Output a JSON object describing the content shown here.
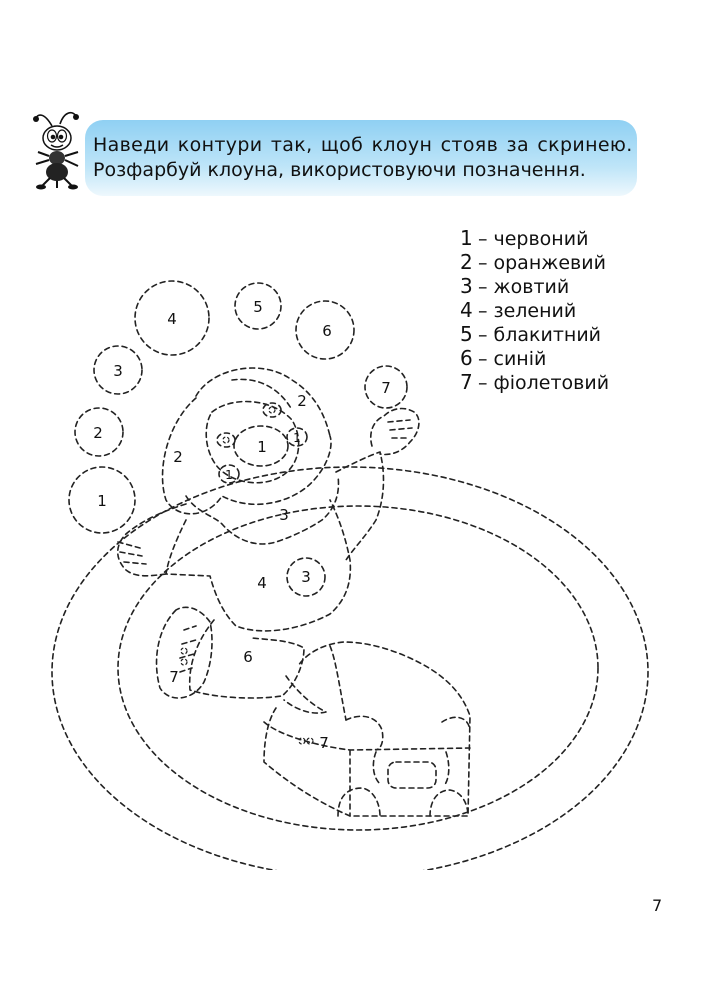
{
  "instruction": {
    "line1": "Наведи контури так, щоб клоун стояв за скринею.",
    "line2": "Розфарбуй клоуна, використовуючи позначення."
  },
  "legend": [
    {
      "number": "1",
      "color_name": "червоний",
      "color": "#e53935"
    },
    {
      "number": "2",
      "color_name": "оранжевий",
      "color": "#fb8c00"
    },
    {
      "number": "3",
      "color_name": "жовтий",
      "color": "#fdd835"
    },
    {
      "number": "4",
      "color_name": "зелений",
      "color": "#43a047"
    },
    {
      "number": "5",
      "color_name": "блакитний",
      "color": "#4fc3f7"
    },
    {
      "number": "6",
      "color_name": "синій",
      "color": "#1e40af"
    },
    {
      "number": "7",
      "color_name": "фіолетовий",
      "color": "#7e57c2"
    }
  ],
  "legend_dash": "–",
  "artwork": {
    "balloons": [
      "1",
      "2",
      "3",
      "4",
      "5",
      "6",
      "7"
    ],
    "hat_label": "2",
    "face_label": "2",
    "nose_label": "1",
    "cheek_label_1": "1",
    "cheek_label_2": "1",
    "collar_label": "3",
    "shirt_label": "4",
    "pompom_label": "3",
    "trousers_label": "6",
    "shoe_label": "7",
    "chest_lock_label": "7"
  },
  "page_number": "7",
  "colors": {
    "instruction_box_top": "#8fd0f3",
    "instruction_box_bottom": "#eef8fd",
    "outline": "#222222"
  },
  "icons": {
    "mascot": "ant-mascot-icon"
  }
}
